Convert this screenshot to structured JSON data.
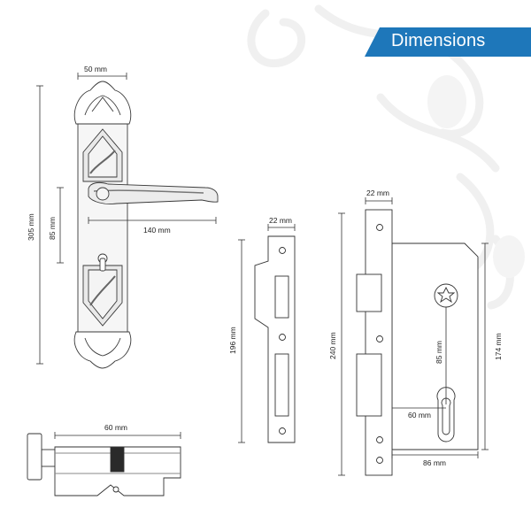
{
  "header": {
    "title": "Dimensions"
  },
  "colors": {
    "banner": "#1e77ba",
    "line": "#333333",
    "watermark": "#f2f2f2"
  },
  "handle": {
    "width_label": "50 mm",
    "height_label": "305 mm",
    "center_label": "85 mm",
    "lever_label": "140 mm"
  },
  "strike_plate": {
    "width_label": "22 mm",
    "height_label": "196 mm"
  },
  "lock_body": {
    "faceplate_width_label": "22 mm",
    "faceplate_height_label": "240 mm",
    "case_height_label": "174 mm",
    "center_distance_label": "85 mm",
    "backset_label": "60 mm",
    "case_depth_label": "86 mm"
  },
  "cylinder": {
    "length_label": "60 mm"
  }
}
